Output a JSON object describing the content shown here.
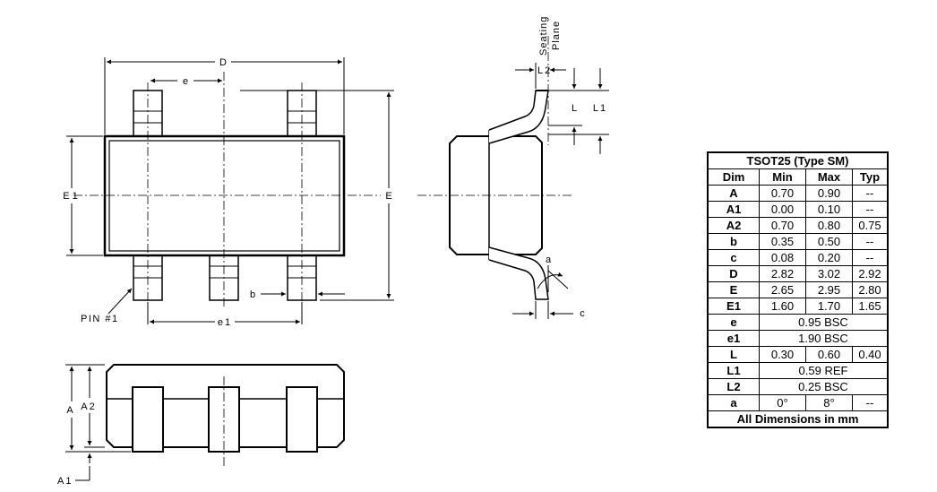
{
  "top_view": {
    "dim_D": "D",
    "dim_e": "e",
    "dim_E1": "E1",
    "dim_E": "E",
    "dim_b": "b",
    "dim_e1": "e1",
    "pin1_label": "PIN #1"
  },
  "side_view": {
    "seating_plane": [
      "Seating",
      "Plane"
    ],
    "dim_L2": "L2",
    "dim_L": "L",
    "dim_L1": "L1",
    "dim_a": "a",
    "dim_c": "c"
  },
  "front_view": {
    "dim_A": "A",
    "dim_A2": "A2",
    "dim_A1": "A1"
  },
  "table": {
    "title": "TSOT25  (Type SM)",
    "headers": [
      "Dim",
      "Min",
      "Max",
      "Typ"
    ],
    "rows": [
      {
        "dim": "A",
        "min": "0.70",
        "max": "0.90",
        "typ": "--"
      },
      {
        "dim": "A1",
        "min": "0.00",
        "max": "0.10",
        "typ": "--"
      },
      {
        "dim": "A2",
        "min": "0.70",
        "max": "0.80",
        "typ": "0.75"
      },
      {
        "dim": "b",
        "min": "0.35",
        "max": "0.50",
        "typ": "--"
      },
      {
        "dim": "c",
        "min": "0.08",
        "max": "0.20",
        "typ": "--"
      },
      {
        "dim": "D",
        "min": "2.82",
        "max": "3.02",
        "typ": "2.92"
      },
      {
        "dim": "E",
        "min": "2.65",
        "max": "2.95",
        "typ": "2.80"
      },
      {
        "dim": "E1",
        "min": "1.60",
        "max": "1.70",
        "typ": "1.65"
      },
      {
        "dim": "e",
        "span": "0.95 BSC"
      },
      {
        "dim": "e1",
        "span": "1.90 BSC"
      },
      {
        "dim": "L",
        "min": "0.30",
        "max": "0.60",
        "typ": "0.40"
      },
      {
        "dim": "L1",
        "span": "0.59 REF"
      },
      {
        "dim": "L2",
        "span": "0.25 BSC"
      },
      {
        "dim": "a",
        "min": "0°",
        "max": "8°",
        "typ": "--"
      }
    ],
    "footer": "All Dimensions in mm"
  }
}
